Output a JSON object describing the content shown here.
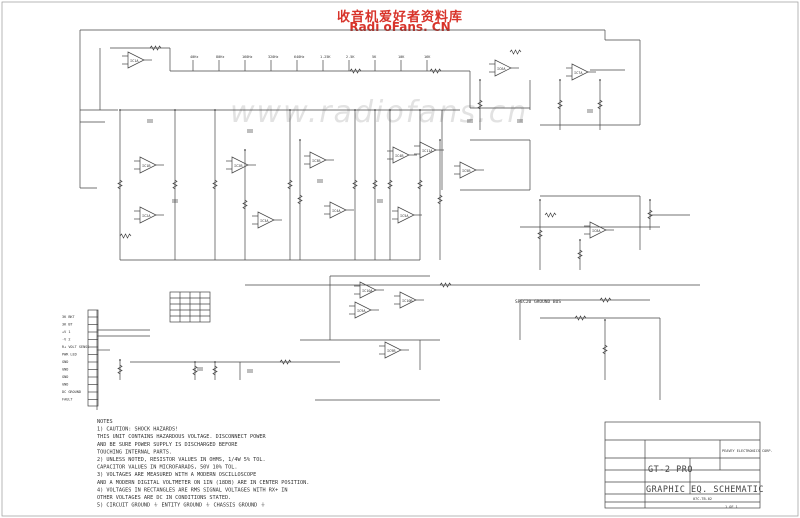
{
  "header": {
    "chinese_title": "收音机爱好者资料库",
    "site": "Radi oFans. CN"
  },
  "watermark": "www.radiofans.cn",
  "connector": {
    "pins": [
      "3K BKT",
      "3K BT",
      "+V 1",
      "-V 2",
      "R+ VOLT SENSE",
      "PWR LED",
      "GND",
      "GND",
      "GND",
      "GND",
      "DC GROUND",
      "FAULT"
    ]
  },
  "op_amps": [
    "IC1A",
    "IC1B",
    "IC2A",
    "IC2B",
    "IC3A",
    "IC3B",
    "IC4A",
    "IC4B",
    "IC5A",
    "IC5B",
    "IC6A",
    "IC7A",
    "IC8A",
    "IC9A",
    "IC9B",
    "IC10A",
    "IC10B",
    "IC11A"
  ],
  "band_labels": [
    "40Hz",
    "80Hz",
    "160Hz",
    "320Hz",
    "640Hz",
    "1.25K",
    "2.5K",
    "5K",
    "10K",
    "16K"
  ],
  "sub_labels": [
    "SPEC20 GROUND BUS"
  ],
  "notes": [
    "NOTES",
    "1) CAUTION:  SHOCK HAZARDS!",
    "   THIS UNIT CONTAINS HAZARDOUS VOLTAGE.  DISCONNECT POWER",
    "   AND BE SURE POWER SUPPLY IS DISCHARGED BEFORE",
    "   TOUCHING INTERNAL PARTS.",
    "2) UNLESS NOTED, RESISTOR VALUES IN OHMS, 1/4W 5% TOL.",
    "   CAPACITOR VALUES IN MICROFARADS, 50V 10% TOL.",
    "3) VOLTAGES ARE MEASURED WITH A MODERN OSCILLOSCOPE",
    "   AND A MODERN DIGITAL VOLTMETER ON 1IN (18DB) ARE IN CENTER POSITION.",
    "4) VOLTAGES IN RECTANGLES ARE RMS SIGNAL VOLTAGES WITH RX+ IN",
    "   OTHER VOLTAGES ARE DC IN CONDITIONS STATED.",
    "5) CIRCUIT GROUND  ⏚  ENTITY GROUND  ⏚  CHASSIS GROUND  ⏚"
  ],
  "title_block": {
    "company": "PEAVEY ELECTRONICS CORP.",
    "model": "GT-2 PRO",
    "sheet_title": "GRAPHIC EQ. SCHEMATIC",
    "drawing_no": "07C-TB-02",
    "sheet": "1 OF 1"
  }
}
